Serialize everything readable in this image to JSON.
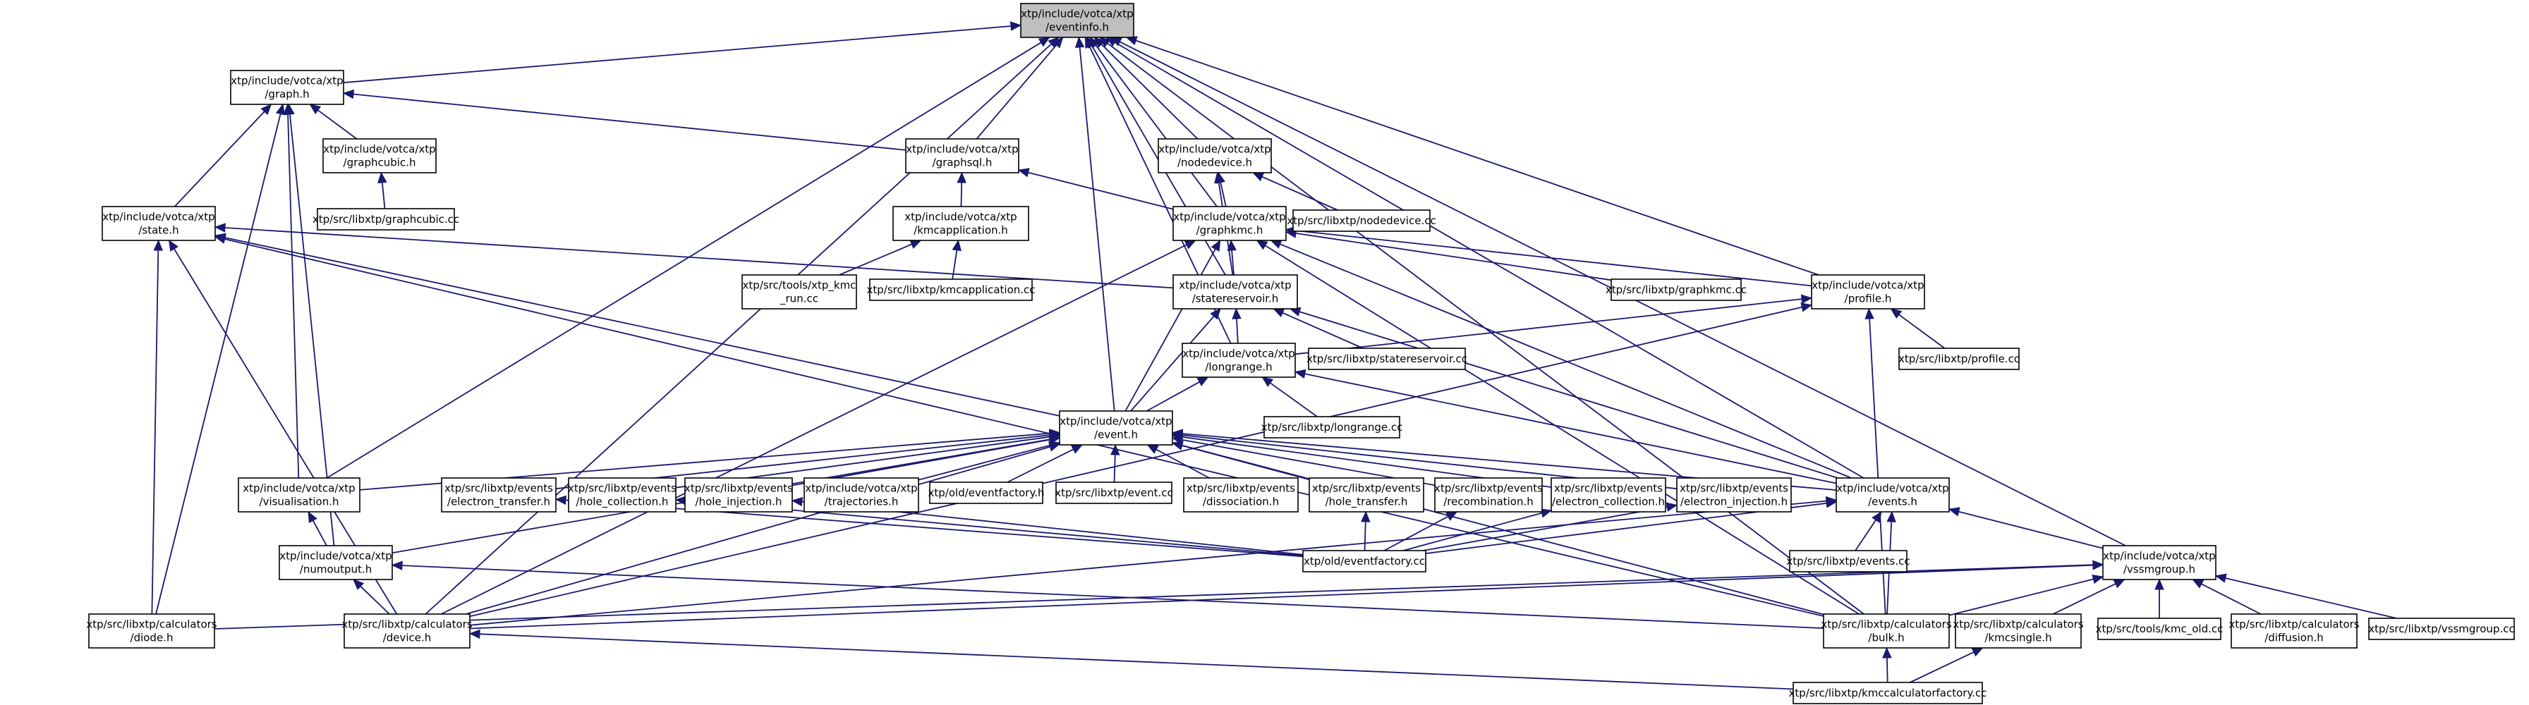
{
  "graph": {
    "nodes": [
      {
        "id": "eventinfo",
        "lines": [
          "xtp/include/votca/xtp",
          "/eventinfo.h"
        ],
        "root": true
      },
      {
        "id": "graph",
        "lines": [
          "xtp/include/votca/xtp",
          "/graph.h"
        ]
      },
      {
        "id": "graphcubic",
        "lines": [
          "xtp/include/votca/xtp",
          "/graphcubic.h"
        ]
      },
      {
        "id": "graphcubic_cc",
        "lines": [
          "xtp/src/libxtp/graphcubic.cc"
        ]
      },
      {
        "id": "graphsql",
        "lines": [
          "xtp/include/votca/xtp",
          "/graphsql.h"
        ]
      },
      {
        "id": "nodedevice",
        "lines": [
          "xtp/include/votca/xtp",
          "/nodedevice.h"
        ]
      },
      {
        "id": "state",
        "lines": [
          "xtp/include/votca/xtp",
          "/state.h"
        ]
      },
      {
        "id": "kmcapplication",
        "lines": [
          "xtp/include/votca/xtp",
          "/kmcapplication.h"
        ]
      },
      {
        "id": "graphkmc",
        "lines": [
          "xtp/include/votca/xtp",
          "/graphkmc.h"
        ]
      },
      {
        "id": "nodedevice_cc",
        "lines": [
          "xtp/src/libxtp/nodedevice.cc"
        ]
      },
      {
        "id": "xtp_kmc_run",
        "lines": [
          "xtp/src/tools/xtp_kmc",
          "_run.cc"
        ]
      },
      {
        "id": "kmcapplication_cc",
        "lines": [
          "xtp/src/libxtp/kmcapplication.cc"
        ]
      },
      {
        "id": "statereservoir",
        "lines": [
          "xtp/include/votca/xtp",
          "/statereservoir.h"
        ]
      },
      {
        "id": "graphkmc_cc",
        "lines": [
          "xtp/src/libxtp/graphkmc.cc"
        ]
      },
      {
        "id": "profile",
        "lines": [
          "xtp/include/votca/xtp",
          "/profile.h"
        ]
      },
      {
        "id": "statereservoir_cc",
        "lines": [
          "xtp/src/libxtp/statereservoir.cc"
        ]
      },
      {
        "id": "longrange",
        "lines": [
          "xtp/include/votca/xtp",
          "/longrange.h"
        ]
      },
      {
        "id": "profile_cc",
        "lines": [
          "xtp/src/libxtp/profile.cc"
        ]
      },
      {
        "id": "longrange_cc",
        "lines": [
          "xtp/src/libxtp/longrange.cc"
        ]
      },
      {
        "id": "event",
        "lines": [
          "xtp/include/votca/xtp",
          "/event.h"
        ]
      },
      {
        "id": "visualisation",
        "lines": [
          "xtp/include/votca/xtp",
          "/visualisation.h"
        ]
      },
      {
        "id": "electron_transfer",
        "lines": [
          "xtp/src/libxtp/events",
          "/electron_transfer.h"
        ]
      },
      {
        "id": "hole_collection",
        "lines": [
          "xtp/src/libxtp/events",
          "/hole_collection.h"
        ]
      },
      {
        "id": "hole_injection",
        "lines": [
          "xtp/src/libxtp/events",
          "/hole_injection.h"
        ]
      },
      {
        "id": "trajectories",
        "lines": [
          "xtp/include/votca/xtp",
          "/trajectories.h"
        ]
      },
      {
        "id": "eventfactory_h",
        "lines": [
          "xtp/old/eventfactory.h"
        ]
      },
      {
        "id": "event_cc",
        "lines": [
          "xtp/src/libxtp/event.cc"
        ]
      },
      {
        "id": "dissociation",
        "lines": [
          "xtp/src/libxtp/events",
          "/dissociation.h"
        ]
      },
      {
        "id": "hole_transfer",
        "lines": [
          "xtp/src/libxtp/events",
          "/hole_transfer.h"
        ]
      },
      {
        "id": "recombination",
        "lines": [
          "xtp/src/libxtp/events",
          "/recombination.h"
        ]
      },
      {
        "id": "electron_collection",
        "lines": [
          "xtp/src/libxtp/events",
          "/electron_collection.h"
        ]
      },
      {
        "id": "electron_injection",
        "lines": [
          "xtp/src/libxtp/events",
          "/electron_injection.h"
        ]
      },
      {
        "id": "events_h",
        "lines": [
          "xtp/include/votca/xtp",
          "/events.h"
        ]
      },
      {
        "id": "numoutput",
        "lines": [
          "xtp/include/votca/xtp",
          "/numoutput.h"
        ]
      },
      {
        "id": "eventfactory_cc",
        "lines": [
          "xtp/old/eventfactory.cc"
        ]
      },
      {
        "id": "events_cc",
        "lines": [
          "xtp/src/libxtp/events.cc"
        ]
      },
      {
        "id": "vssmgroup",
        "lines": [
          "xtp/include/votca/xtp",
          "/vssmgroup.h"
        ]
      },
      {
        "id": "diode",
        "lines": [
          "xtp/src/libxtp/calculators",
          "/diode.h"
        ]
      },
      {
        "id": "device",
        "lines": [
          "xtp/src/libxtp/calculators",
          "/device.h"
        ]
      },
      {
        "id": "bulk",
        "lines": [
          "xtp/src/libxtp/calculators",
          "/bulk.h"
        ]
      },
      {
        "id": "kmcsingle",
        "lines": [
          "xtp/src/libxtp/calculators",
          "/kmcsingle.h"
        ]
      },
      {
        "id": "kmc_old",
        "lines": [
          "xtp/src/tools/kmc_old.cc"
        ]
      },
      {
        "id": "diffusion",
        "lines": [
          "xtp/src/libxtp/calculators",
          "/diffusion.h"
        ]
      },
      {
        "id": "vssmgroup_cc",
        "lines": [
          "xtp/src/libxtp/vssmgroup.cc"
        ]
      },
      {
        "id": "kmccalculatorfactory",
        "lines": [
          "xtp/src/libxtp/kmccalculatorfactory.cc"
        ]
      }
    ],
    "edges": [
      [
        "graph",
        "eventinfo"
      ],
      [
        "graphsql",
        "eventinfo"
      ],
      [
        "nodedevice",
        "eventinfo"
      ],
      [
        "graphkmc",
        "eventinfo"
      ],
      [
        "statereservoir",
        "eventinfo"
      ],
      [
        "longrange",
        "eventinfo"
      ],
      [
        "event",
        "eventinfo"
      ],
      [
        "visualisation",
        "eventinfo"
      ],
      [
        "profile",
        "eventinfo"
      ],
      [
        "events_h",
        "eventinfo"
      ],
      [
        "vssmgroup",
        "eventinfo"
      ],
      [
        "bulk",
        "eventinfo"
      ],
      [
        "device",
        "eventinfo"
      ],
      [
        "graphcubic",
        "graph"
      ],
      [
        "graphsql",
        "graph"
      ],
      [
        "state",
        "graph"
      ],
      [
        "visualisation",
        "graph"
      ],
      [
        "numoutput",
        "graph"
      ],
      [
        "diode",
        "graph"
      ],
      [
        "graphcubic_cc",
        "graphcubic"
      ],
      [
        "kmcapplication",
        "graphsql"
      ],
      [
        "graphkmc",
        "graphsql"
      ],
      [
        "graphkmc",
        "nodedevice"
      ],
      [
        "nodedevice_cc",
        "nodedevice"
      ],
      [
        "statereservoir",
        "nodedevice"
      ],
      [
        "xtp_kmc_run",
        "kmcapplication"
      ],
      [
        "kmcapplication_cc",
        "kmcapplication"
      ],
      [
        "statereservoir",
        "graphkmc"
      ],
      [
        "graphkmc_cc",
        "graphkmc"
      ],
      [
        "profile",
        "graphkmc"
      ],
      [
        "event",
        "graphkmc"
      ],
      [
        "events_h",
        "graphkmc"
      ],
      [
        "device",
        "graphkmc"
      ],
      [
        "bulk",
        "graphkmc"
      ],
      [
        "statereservoir",
        "state"
      ],
      [
        "event",
        "state"
      ],
      [
        "diode",
        "state"
      ],
      [
        "device",
        "state"
      ],
      [
        "bulk",
        "state"
      ],
      [
        "longrange",
        "statereservoir"
      ],
      [
        "statereservoir_cc",
        "statereservoir"
      ],
      [
        "event",
        "statereservoir"
      ],
      [
        "events_h",
        "statereservoir"
      ],
      [
        "longrange",
        "profile"
      ],
      [
        "profile_cc",
        "profile"
      ],
      [
        "device",
        "profile"
      ],
      [
        "bulk",
        "profile"
      ],
      [
        "longrange_cc",
        "longrange"
      ],
      [
        "event",
        "longrange"
      ],
      [
        "events_h",
        "longrange"
      ],
      [
        "visualisation",
        "event"
      ],
      [
        "electron_transfer",
        "event"
      ],
      [
        "hole_collection",
        "event"
      ],
      [
        "hole_injection",
        "event"
      ],
      [
        "trajectories",
        "event"
      ],
      [
        "eventfactory_h",
        "event"
      ],
      [
        "event_cc",
        "event"
      ],
      [
        "dissociation",
        "event"
      ],
      [
        "hole_transfer",
        "event"
      ],
      [
        "recombination",
        "event"
      ],
      [
        "electron_collection",
        "event"
      ],
      [
        "electron_injection",
        "event"
      ],
      [
        "events_h",
        "event"
      ],
      [
        "numoutput",
        "event"
      ],
      [
        "device",
        "event"
      ],
      [
        "bulk",
        "event"
      ],
      [
        "numoutput",
        "visualisation"
      ],
      [
        "eventfactory_cc",
        "electron_transfer"
      ],
      [
        "eventfactory_cc",
        "hole_collection"
      ],
      [
        "eventfactory_cc",
        "hole_injection"
      ],
      [
        "eventfactory_cc",
        "hole_transfer"
      ],
      [
        "eventfactory_cc",
        "recombination"
      ],
      [
        "eventfactory_cc",
        "electron_collection"
      ],
      [
        "eventfactory_cc",
        "electron_injection"
      ],
      [
        "eventfactory_cc",
        "events_h"
      ],
      [
        "events_cc",
        "events_h"
      ],
      [
        "vssmgroup",
        "events_h"
      ],
      [
        "device",
        "events_h"
      ],
      [
        "bulk",
        "events_h"
      ],
      [
        "device",
        "numoutput"
      ],
      [
        "bulk",
        "numoutput"
      ],
      [
        "diode",
        "vssmgroup"
      ],
      [
        "device",
        "vssmgroup"
      ],
      [
        "bulk",
        "vssmgroup"
      ],
      [
        "kmcsingle",
        "vssmgroup"
      ],
      [
        "kmc_old",
        "vssmgroup"
      ],
      [
        "diffusion",
        "vssmgroup"
      ],
      [
        "vssmgroup_cc",
        "vssmgroup"
      ],
      [
        "kmccalculatorfactory",
        "bulk"
      ],
      [
        "kmccalculatorfactory",
        "device"
      ],
      [
        "kmccalculatorfactory",
        "kmcsingle"
      ]
    ]
  }
}
